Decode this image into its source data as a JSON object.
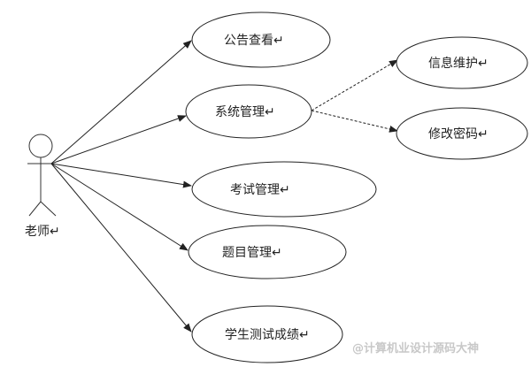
{
  "actor": {
    "label": "老师↵"
  },
  "use_cases": [
    {
      "label": "公告查看↵"
    },
    {
      "label": "系统管理↵"
    },
    {
      "label": "考试管理↵"
    },
    {
      "label": "题目管理↵"
    },
    {
      "label": "学生测试成绩↵"
    }
  ],
  "sub_use_cases": [
    {
      "label": "信息维护↵"
    },
    {
      "label": "修改密码↵"
    }
  ],
  "watermark": "@计算机业设计源码大神",
  "colors": {
    "line": "#222222",
    "watermark": "#c8c8c8"
  }
}
